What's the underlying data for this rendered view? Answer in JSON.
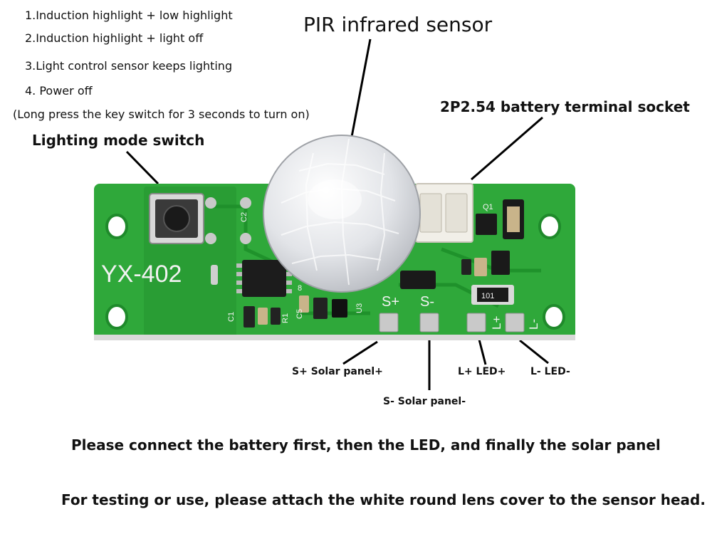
{
  "modes": [
    "1.Induction highlight + low highlight",
    "2.Induction highlight + light off",
    "3.Light control sensor keeps lighting",
    "4. Power off"
  ],
  "mode_note": "(Long press the key switch for 3 seconds to turn on)",
  "callouts": {
    "pir": "PIR infrared sensor",
    "battery_socket": "2P2.54 battery terminal socket",
    "mode_switch": "Lighting mode switch",
    "s_plus": "S+ Solar panel+",
    "s_minus": "S- Solar panel-",
    "l_plus": "L+ LED+",
    "l_minus": "L- LED-"
  },
  "board": {
    "model": "YX-402",
    "pad_labels": {
      "s_plus": "S+",
      "s_minus": "S-",
      "l_plus": "L+",
      "l_minus": "L-"
    },
    "component_labels": {
      "c2": "C2",
      "c1": "C1",
      "r1": "R1",
      "c5": "C5",
      "q1": "Q1",
      "u3": "U3",
      "r8": "8",
      "r101": "101"
    }
  },
  "notes": {
    "connect_order": "Please connect the battery first, then the LED, and finally the solar panel",
    "lens_cover": "For testing or use, please attach the white round lens cover to the sensor head."
  },
  "colors": {
    "pcb": "#2fa83a",
    "pcb_dark": "#1f8a2b",
    "silkscreen": "#f2f2f2",
    "lens": "#e4e6e9",
    "connector": "#f1efe8",
    "chip": "#1c1c1c",
    "pad": "#c9c9c9"
  }
}
